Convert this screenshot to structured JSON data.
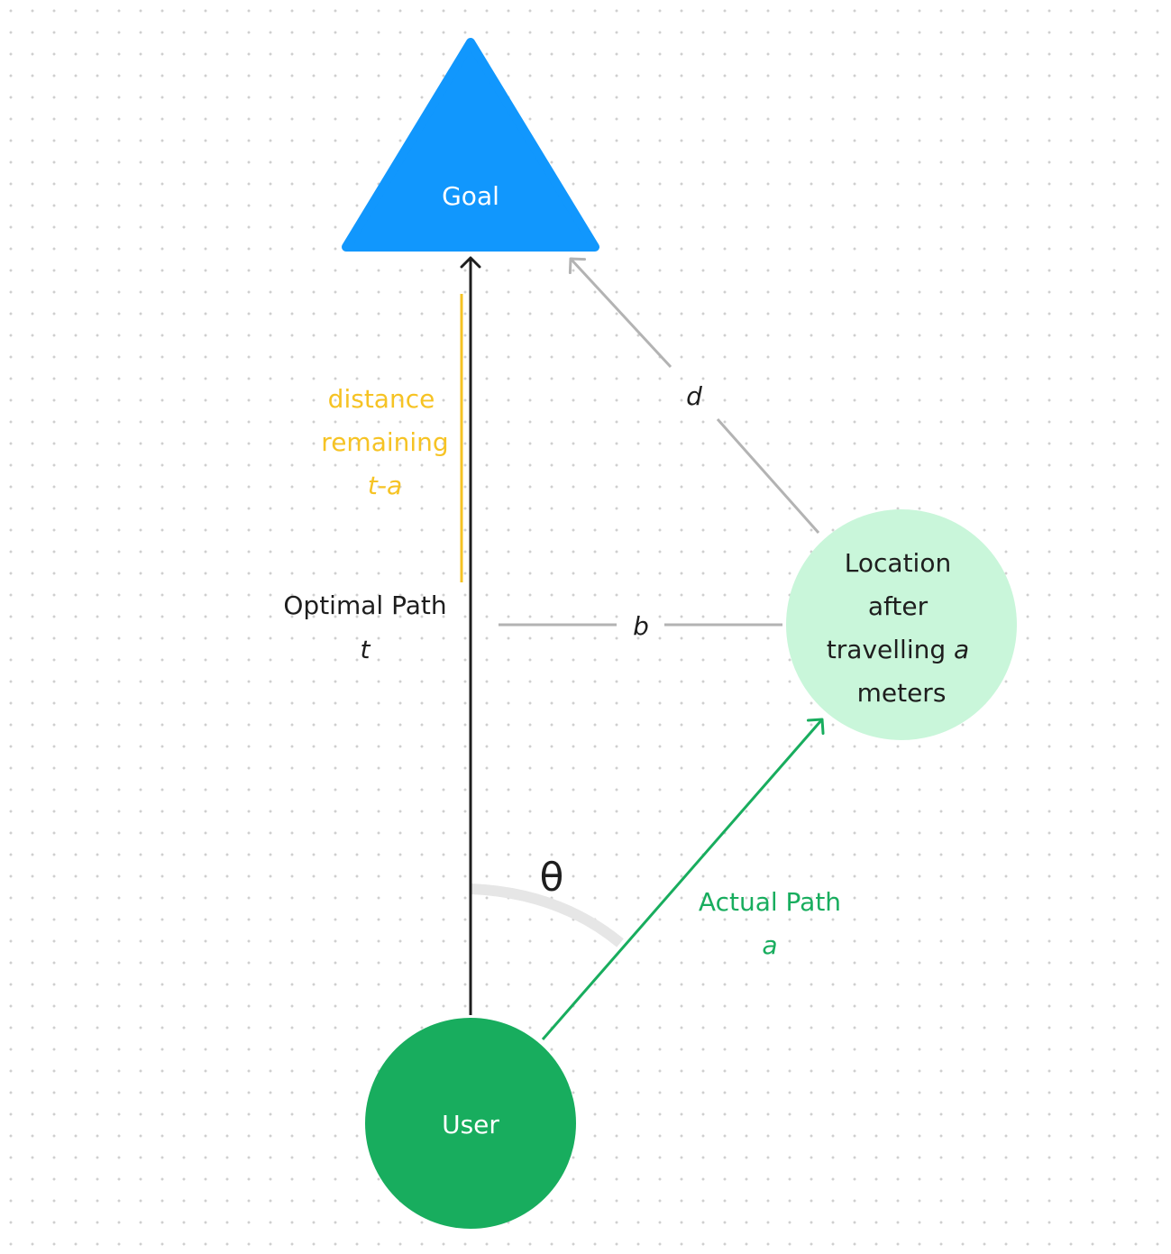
{
  "nodes": {
    "goal": {
      "label": "Goal",
      "shape": "triangle",
      "fill": "#1197fd",
      "text_color": "#ffffff"
    },
    "user": {
      "label": "User",
      "shape": "circle",
      "fill": "#18ad5e",
      "text_color": "#ffffff"
    },
    "location": {
      "shape": "circle",
      "fill": "#c9f6da",
      "text_color": "#1e1e1e",
      "lines": [
        "Location",
        "after",
        "travelling ",
        "meters"
      ],
      "var": "a"
    }
  },
  "labels": {
    "optimal_path": {
      "name": "Optimal Path",
      "var": "t",
      "color": "#1e1e1e"
    },
    "distance_remaining": {
      "line1": "distance",
      "line2": "remaining",
      "var": "t-a",
      "color": "#f6c324"
    },
    "actual_path": {
      "name": "Actual Path",
      "var": "a",
      "color": "#18ad5e"
    },
    "b": "b",
    "d": "d",
    "theta": "θ"
  },
  "colors": {
    "optimal_arrow": "#1e1e1e",
    "actual_arrow": "#18ad5e",
    "gray_connector": "#b3b3b3",
    "angle_arc": "#e6e6e6",
    "distance_bar": "#f6c324"
  }
}
